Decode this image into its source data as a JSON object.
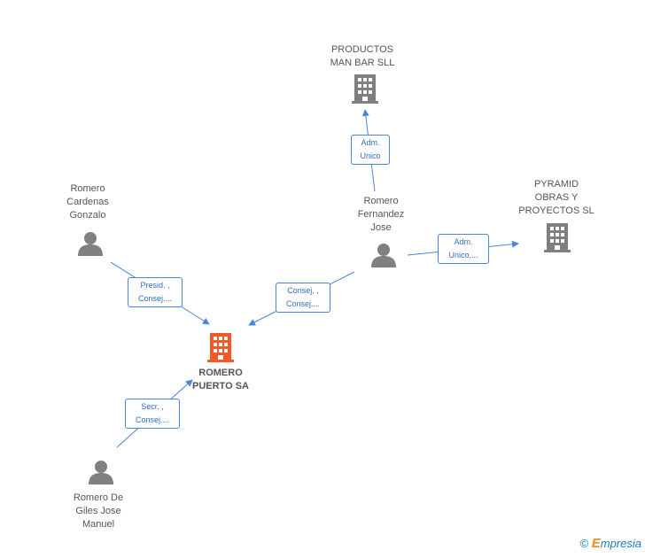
{
  "nodes": {
    "productos": {
      "label": "PRODUCTOS\nMAN BAR SLL",
      "icon": "building-icon",
      "color": "#808080"
    },
    "pyramid": {
      "label": "PYRAMID\nOBRAS Y\nPROYECTOS  SL",
      "icon": "building-icon",
      "color": "#808080"
    },
    "romero_puerto": {
      "label": "ROMERO\nPUERTO SA",
      "icon": "building-icon",
      "color": "#f05a28"
    },
    "romero_cardenas": {
      "label": "Romero\nCardenas\nGonzalo",
      "icon": "person-icon",
      "color": "#808080"
    },
    "romero_fernandez": {
      "label": "Romero\nFernandez\nJose",
      "icon": "person-icon",
      "color": "#808080"
    },
    "romero_de_giles": {
      "label": "Romero De\nGiles Jose\nManuel",
      "icon": "person-icon",
      "color": "#808080"
    }
  },
  "edges": {
    "adm_productos": "Adm.\nUnico",
    "adm_pyramid": "Adm.\nUnico,...",
    "presid": "Presid. ,\nConsej....",
    "consej": "Consej. ,\nConsej....",
    "secr": "Secr. ,\nConsej...."
  },
  "footer": {
    "copyright": "©",
    "brand_first": "E",
    "brand_rest": "mpresia"
  },
  "colors": {
    "edge": "#4a86d8",
    "label_text": "#2f6fc4",
    "node_gray": "#808080",
    "main_node": "#f05a28"
  }
}
